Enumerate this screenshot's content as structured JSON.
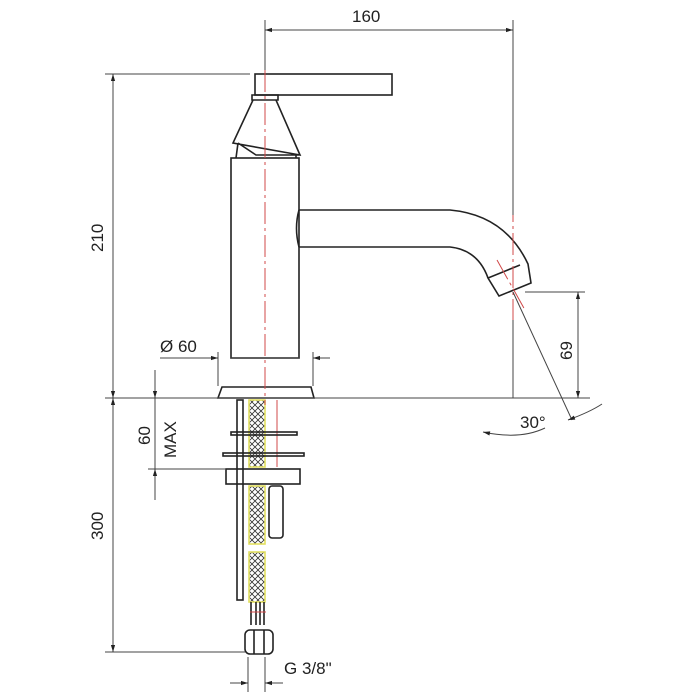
{
  "title": "Basin mixer tap dimension drawing",
  "dimensions": {
    "spout_reach": "160",
    "total_height": "210",
    "spout_clearance": "69",
    "base_diameter": "Ø 60",
    "max_thickness_value": "60",
    "max_thickness_label": "MAX",
    "hose_length": "300",
    "connection": "G 3/8\"",
    "spout_angle": "30°"
  },
  "colors": {
    "line": "#222222",
    "centerline": "#d04848",
    "hose": "#e3e060"
  }
}
